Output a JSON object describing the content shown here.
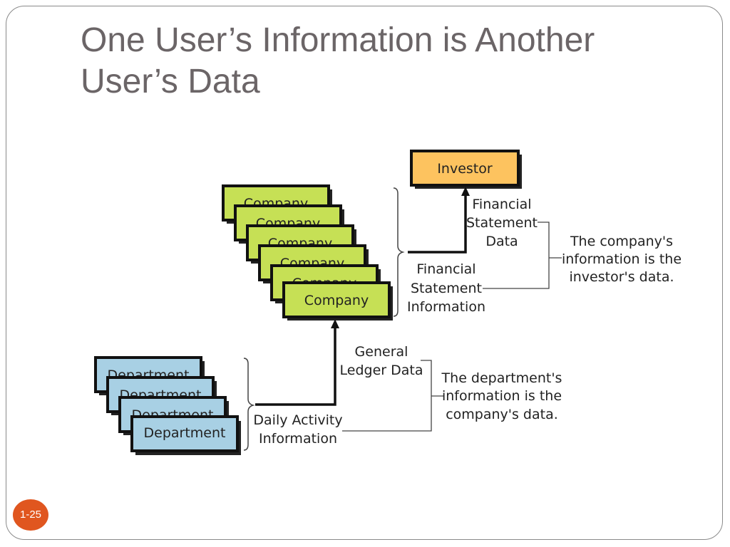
{
  "slide": {
    "title_line1": "One User’s Information is Another",
    "title_line2": "User’s Data",
    "page_number": "1-25"
  },
  "diagram": {
    "investor": "Investor",
    "company_label": "Company",
    "department_label": "Department",
    "financial_statement_data": [
      "Financial",
      "Statement",
      "Data"
    ],
    "financial_statement_information": [
      "Financial",
      "Statement",
      "Information"
    ],
    "general_ledger_data": [
      "General",
      "Ledger Data"
    ],
    "daily_activity_information": [
      "Daily Activity",
      "Information"
    ],
    "note_investor": [
      "The company's",
      "information is the",
      "investor's data."
    ],
    "note_company": [
      "The department's",
      "information is the",
      "company's data."
    ]
  },
  "colors": {
    "title": "#6b6567",
    "investor_fill": "#fdc35f",
    "company_fill": "#c6e055",
    "department_fill": "#a8d0e4",
    "badge": "#e0561f"
  }
}
